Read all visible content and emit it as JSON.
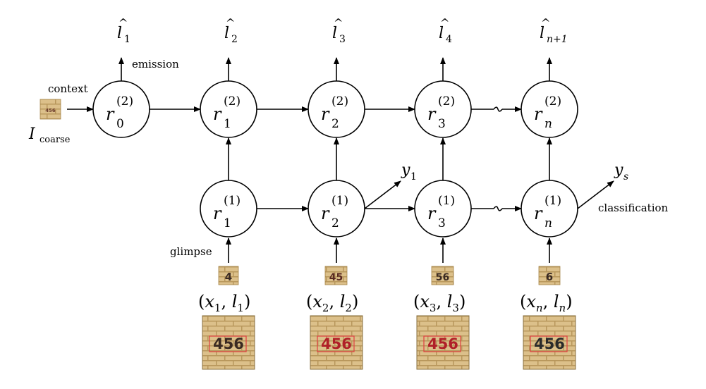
{
  "nodes": {
    "r02": {
      "base": "r",
      "sub": "0",
      "sup": "(2)"
    },
    "r12": {
      "base": "r",
      "sub": "1",
      "sup": "(2)"
    },
    "r22": {
      "base": "r",
      "sub": "2",
      "sup": "(2)"
    },
    "r32": {
      "base": "r",
      "sub": "3",
      "sup": "(2)"
    },
    "rn2": {
      "base": "r",
      "sub": "n",
      "sup": "(2)"
    },
    "r11": {
      "base": "r",
      "sub": "1",
      "sup": "(1)"
    },
    "r21": {
      "base": "r",
      "sub": "2",
      "sup": "(1)"
    },
    "r31": {
      "base": "r",
      "sub": "3",
      "sup": "(1)"
    },
    "rn1": {
      "base": "r",
      "sub": "n",
      "sup": "(1)"
    }
  },
  "emissions": [
    {
      "base": "l",
      "hat": "^",
      "sub": "1"
    },
    {
      "base": "l",
      "hat": "^",
      "sub": "2"
    },
    {
      "base": "l",
      "hat": "^",
      "sub": "3"
    },
    {
      "base": "l",
      "hat": "^",
      "sub": "4"
    },
    {
      "base": "l",
      "hat": "^",
      "sub": "n+1"
    }
  ],
  "outputs": {
    "y1": {
      "base": "y",
      "sub": "1"
    },
    "ys": {
      "base": "y",
      "sub": "s"
    }
  },
  "labels": {
    "emission": "emission",
    "context": "context",
    "glimpse": "glimpse",
    "classification": "classification",
    "coarse_base": "I",
    "coarse_sub": "coarse"
  },
  "glimpse_inputs": [
    {
      "open": "(",
      "x": "x",
      "xsub": "1",
      "sep": ", ",
      "l": "l",
      "lsub": "1",
      "close": ")",
      "patch_text": "4",
      "full_text": "456"
    },
    {
      "open": "(",
      "x": "x",
      "xsub": "2",
      "sep": ", ",
      "l": "l",
      "lsub": "2",
      "close": ")",
      "patch_text": "45",
      "full_text": "456"
    },
    {
      "open": "(",
      "x": "x",
      "xsub": "3",
      "sep": ", ",
      "l": "l",
      "lsub": "3",
      "close": ")",
      "patch_text": "56",
      "full_text": "456"
    },
    {
      "open": "(",
      "x": "x",
      "xsub": "n",
      "sep": ", ",
      "l": "l",
      "lsub": "n",
      "close": ")",
      "patch_text": "6",
      "full_text": "456"
    }
  ],
  "coarse_image_text": "456",
  "colors": {
    "stroke": "#000000",
    "brick": "#d9bc84",
    "brick_dark": "#b89860",
    "digit_red": "#c0202a",
    "digit_dark": "#2a2a2a"
  }
}
